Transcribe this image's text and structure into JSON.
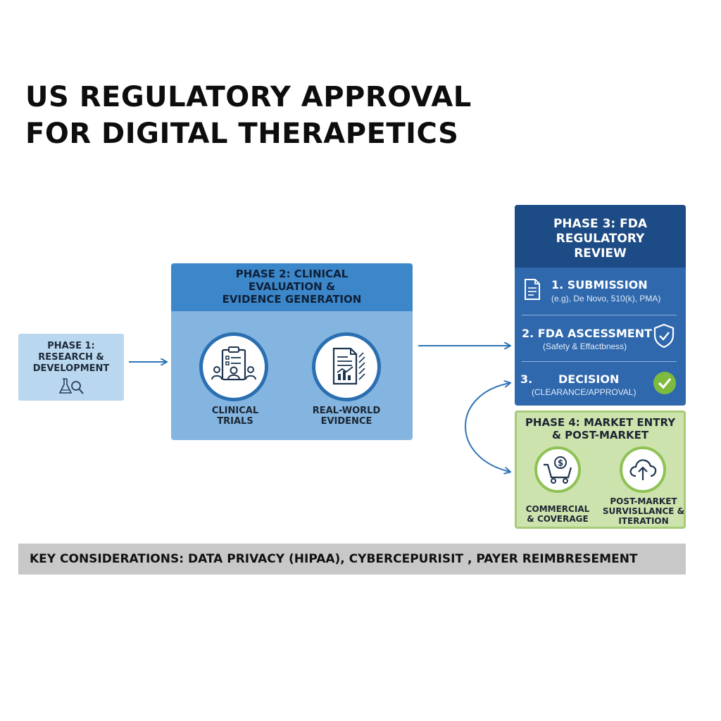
{
  "title": {
    "line1": "US REGULATORY APPROVAL",
    "line2": "FOR DIGITAL THERAPETICS"
  },
  "phase1": {
    "line1": "PHASE 1:",
    "line2": "RESEARCH &",
    "line3": "DEVELOPMENT",
    "icon": "lab-flask-magnifier-icon"
  },
  "phase2": {
    "heading_line1": "PHASE 2: CLINICAL",
    "heading_line2": "EVALUATION &",
    "heading_line3": "EVIDENCE GENERATION",
    "items": [
      {
        "label_line1": "CLINICAL",
        "label_line2": "TRIALS",
        "icon": "clipboard-people-icon"
      },
      {
        "label_line1": "REAL-WORLD",
        "label_line2": "EVIDENCE",
        "icon": "document-chart-icon"
      }
    ]
  },
  "phase3": {
    "heading_line1": "PHASE 3: FDA",
    "heading_line2": "REGULATORY",
    "heading_line3": "REVIEW",
    "steps": [
      {
        "title": "1. SUBMISSION",
        "sub": "(e.g), De Novo, 510(k), PMA)",
        "icon": "document-icon"
      },
      {
        "title": "2. FDA ASCESSMENT",
        "sub": "(Safety & Effactbness)",
        "icon": "shield-check-icon"
      },
      {
        "num": "3.",
        "title": "DECISION",
        "sub": "(CLEARANCE/APPROVAL)",
        "icon": "check-circle-icon"
      }
    ]
  },
  "phase4": {
    "heading_line1": "PHASE 4: MARKET ENTRY",
    "heading_line2": "& POST-MARKET",
    "items": [
      {
        "label_line1": "COMMERCIAL",
        "label_line2": "& COVERAGE",
        "icon": "shopping-cart-dollar-icon"
      },
      {
        "label_line1": "POST-MARKET",
        "label_line2": "SURVISLLANCE &",
        "label_line3": "ITERATION",
        "icon": "cloud-upload-icon"
      }
    ]
  },
  "key_considerations": "KEY CONSIDERATIONS: DATA PRIVACY (HIPAA), CYBERCEPURISIT , PAYER REIMBRESEMENT",
  "colors": {
    "phase1_bg": "#b9d7ef",
    "phase2_bg": "#84b4e0",
    "phase2_head": "#3c87c9",
    "phase3_bg": "#2f68ad",
    "phase3_head": "#1d4b85",
    "phase4_bg": "#cde3ad",
    "arrow": "#2f74b6",
    "check_green": "#7dbb3f"
  }
}
